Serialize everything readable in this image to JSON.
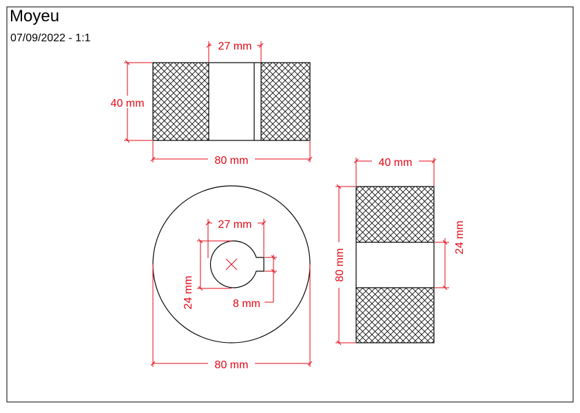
{
  "drawing": {
    "title": "Moyeu",
    "subtitle": "07/09/2022 - 1:1",
    "colors": {
      "outline": "#000000",
      "dimension": "#e30613",
      "background": "#ffffff"
    }
  },
  "dimensions": {
    "top_bore": "27 mm",
    "top_height": "40 mm",
    "top_width": "80 mm",
    "front_bore": "27 mm",
    "front_bore_height": "24 mm",
    "front_key": "8 mm",
    "front_diameter": "80 mm",
    "side_width": "40 mm",
    "side_height": "80 mm",
    "side_bore": "24 mm"
  }
}
